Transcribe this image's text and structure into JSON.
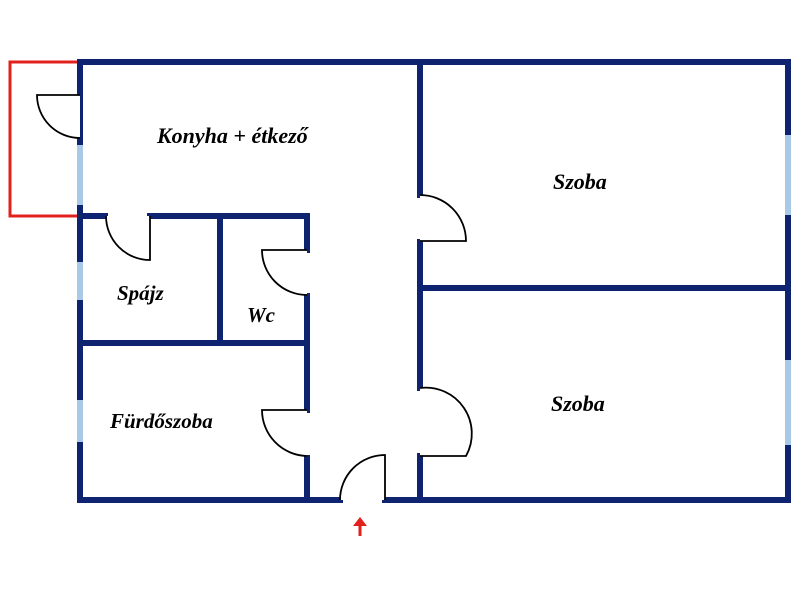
{
  "rooms": {
    "kitchen": "Konyha + étkező",
    "room_top": "Szoba",
    "room_bottom": "Szoba",
    "pantry": "Spájz",
    "wc": "Wc",
    "bathroom": "Fürdőszoba"
  },
  "colors": {
    "walls": "#0e2470",
    "windows": "#a9c9e6",
    "balcony": "#e3211c",
    "entrance_arrow": "#e3211c"
  },
  "icons": {
    "entrance": "up-arrow-icon"
  }
}
